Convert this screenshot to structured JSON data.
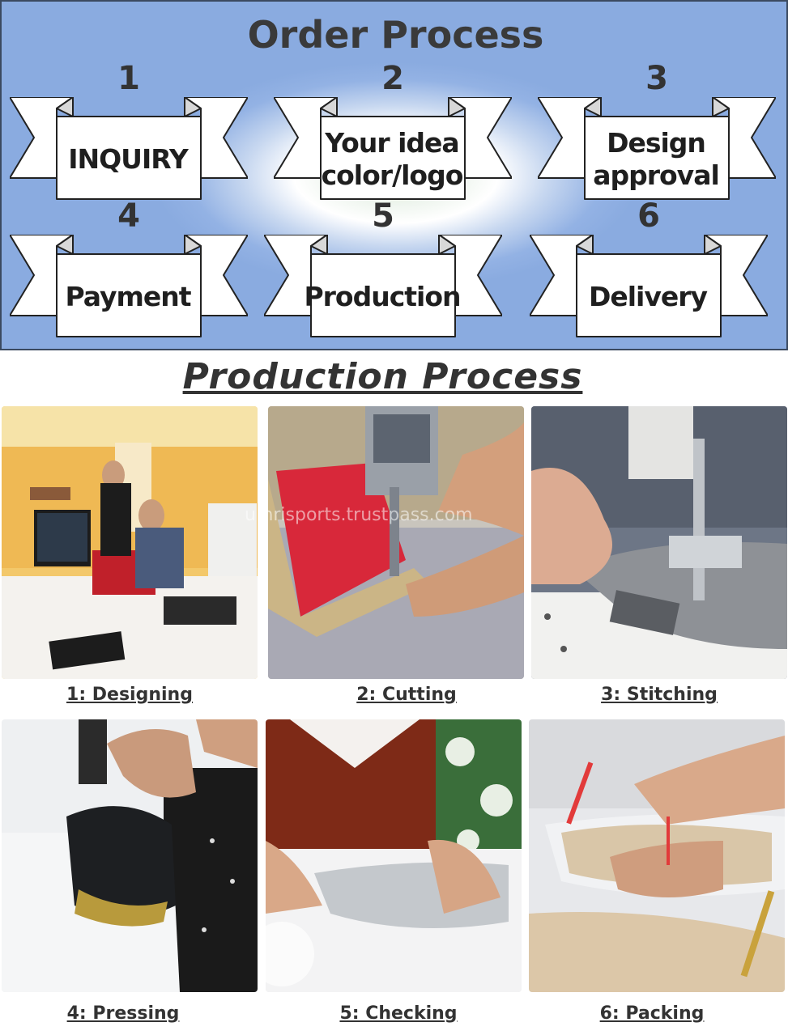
{
  "order": {
    "title": "Order Process",
    "steps": [
      {
        "num": "1",
        "label": "INQUIRY"
      },
      {
        "num": "2",
        "label": "Your idea\ncolor/logo"
      },
      {
        "num": "3",
        "label": "Design\napproval"
      },
      {
        "num": "4",
        "label": "Payment"
      },
      {
        "num": "5",
        "label": "Production"
      },
      {
        "num": "6",
        "label": "Delivery"
      }
    ]
  },
  "production": {
    "title": "Production Process",
    "steps": [
      {
        "caption": "1: Designing"
      },
      {
        "caption": "2: Cutting"
      },
      {
        "caption": "3: Stitching"
      },
      {
        "caption": "4: Pressing"
      },
      {
        "caption": "5: Checking"
      },
      {
        "caption": "6: Packing"
      }
    ],
    "watermark": "umrisports.trustpass.com"
  }
}
